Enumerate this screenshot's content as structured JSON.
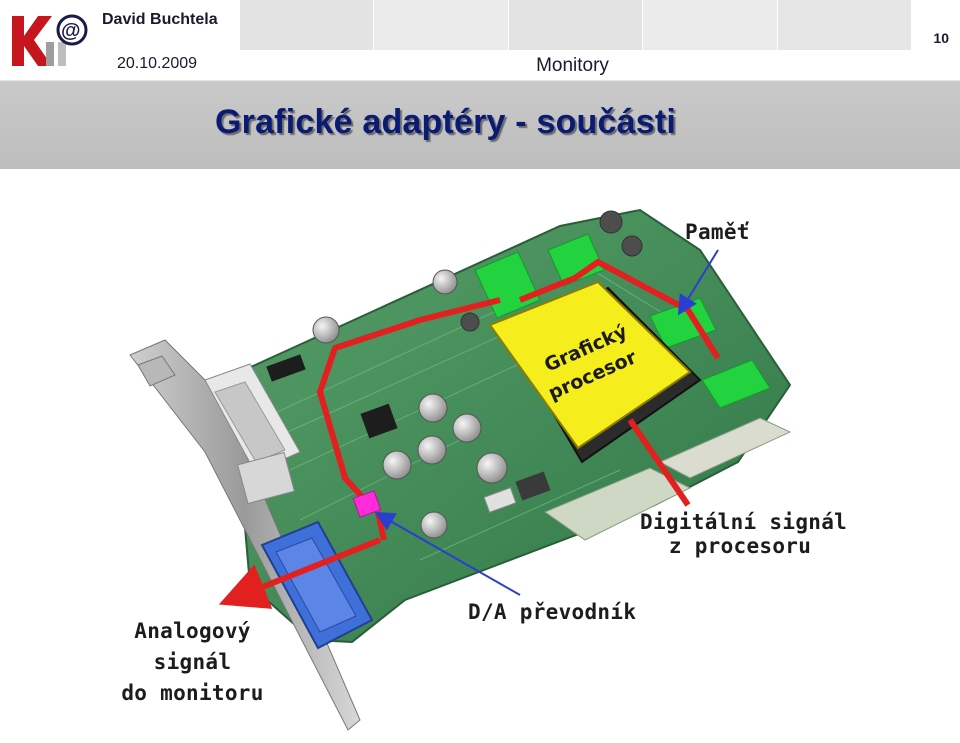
{
  "header": {
    "author": "David Buchtela",
    "date": "20.10.2009",
    "topic": "Monitory",
    "page_number": "10",
    "logo": {
      "letters": "K",
      "symbol": "@",
      "suffix": "II"
    },
    "bar_colors": [
      "#e3e3e3",
      "#ebebeb",
      "#e3e3e3",
      "#ebebeb",
      "#e6e6e6"
    ]
  },
  "slide": {
    "title": "Grafické adaptéry - součásti"
  },
  "figure": {
    "chip_label_line1": "Grafický",
    "chip_label_line2": "procesor",
    "annotations": {
      "memory": "Paměť",
      "digital_line1": "Digitální signál",
      "digital_line2": "z procesoru",
      "dac": "D/A převodník",
      "analog_line1": "Analogový",
      "analog_line2": "signál",
      "analog_line3": "do monitoru"
    },
    "colors": {
      "pcb": "#3e8a57",
      "chip": "#f5ee1c",
      "memory_chip": "#22d23e",
      "signal_path": "#e32020",
      "dac_chip": "#ff2bd9",
      "pointer": "#2a3fd0",
      "vga_connector": "#3f6fd9"
    }
  }
}
